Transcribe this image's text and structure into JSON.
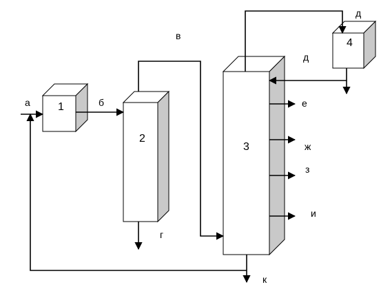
{
  "units": {
    "u1": {
      "number": "1"
    },
    "u2": {
      "number": "2"
    },
    "u3": {
      "number": "3"
    },
    "u4": {
      "number": "4"
    }
  },
  "streams": {
    "a": "а",
    "b": "б",
    "v": "в",
    "g": "г",
    "d_top": "д",
    "d_return": "д",
    "e": "е",
    "zh": "ж",
    "z": "з",
    "i": "и",
    "k": "к"
  }
}
